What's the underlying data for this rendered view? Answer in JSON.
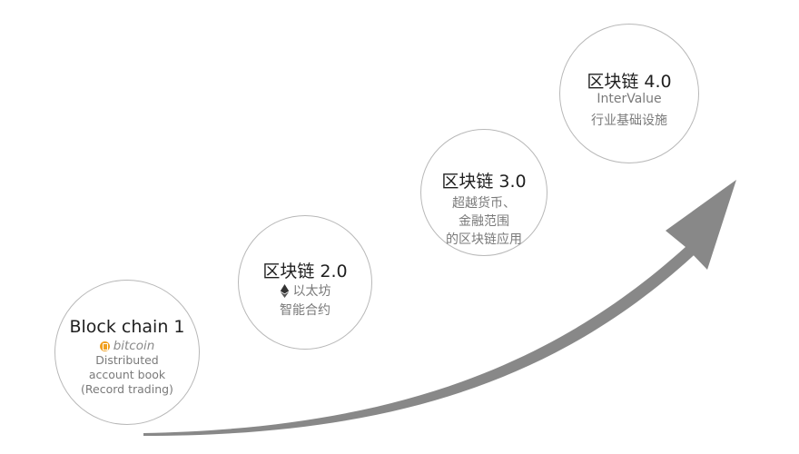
{
  "colors": {
    "arrow": "#888888",
    "circle_border": "#b8b8b8",
    "title_text": "#1f1f1f",
    "sub_text": "#7a7a7a",
    "bitcoin": "#f0a020"
  },
  "stages": [
    {
      "title": "Block chain 1",
      "brand": "bitcoin",
      "brand_icon": "bitcoin-icon",
      "lines": [
        "Distributed",
        "account book",
        "(Record trading)"
      ]
    },
    {
      "title": "区块链 2.0",
      "brand_icon": "ethereum-icon",
      "brand": "以太坊",
      "lines": [
        "智能合约"
      ]
    },
    {
      "title": "区块链 3.0",
      "lines": [
        "超越货币、",
        "金融范围",
        "的区块链应用"
      ]
    },
    {
      "title": "区块链 4.0",
      "lines": [
        "InterValue",
        "行业基础设施"
      ]
    }
  ]
}
